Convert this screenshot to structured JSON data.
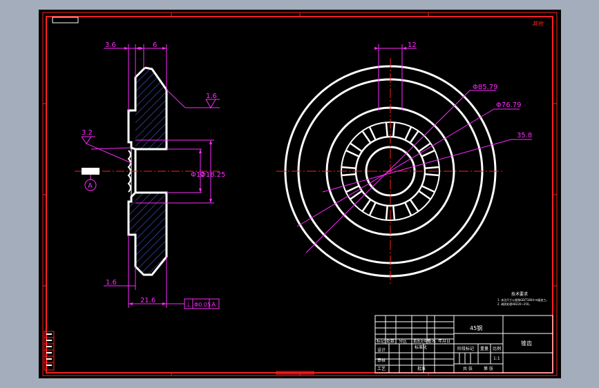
{
  "colors": {
    "viewer_bg": "#a3adbb",
    "sheet_bg": "#000000",
    "frame": "#ff0000",
    "geometry": "#ffffff",
    "dimension": "#ff00ff",
    "hatch": "#4a5bd6",
    "table": "#ffffff"
  },
  "dimensions": {
    "d_36": "3.6",
    "d_6": "6",
    "d_16_surface": "1.6",
    "d_32_surface": "3.2",
    "d_phi12": "Φ12",
    "d_phi1825": "Φ18.25",
    "d_16_bottom": "1.6",
    "d_216": "21.6",
    "d_12_top": "12",
    "d_phi8579": "Φ85.79",
    "d_phi7679": "Φ76.79",
    "d_358": "35.8"
  },
  "datum": {
    "label": "A",
    "tolerance_symbol": "⊥",
    "tolerance_value": "Φ0.05",
    "tolerance_datum": "A"
  },
  "stamp_mark": "其他",
  "tech_requirements": {
    "title": "技术要求",
    "line1": "1. 未注尺寸公差按GB/T1804-m级加工。",
    "line2": "2. 调质处理HB220~250。"
  },
  "title_block": {
    "material": "45钢",
    "part_name": "锥齿",
    "hdr_biaoji": "标记",
    "hdr_chushu": "处数",
    "hdr_fenqu": "分区",
    "hdr_gengaiwenjian": "更改文件号",
    "hdr_qianming": "签名",
    "hdr_nianyueri": "年月日",
    "sheji": "设计",
    "biaozhunhua": "标准化",
    "jieduan": "阶段标记",
    "zhongliang": "重量",
    "bili": "比例",
    "scale_value": "1:1",
    "shenhe": "审核",
    "gongyi": "工艺",
    "pizhun": "批准",
    "gongzhang": "共 张",
    "dizhang": "第 张"
  }
}
